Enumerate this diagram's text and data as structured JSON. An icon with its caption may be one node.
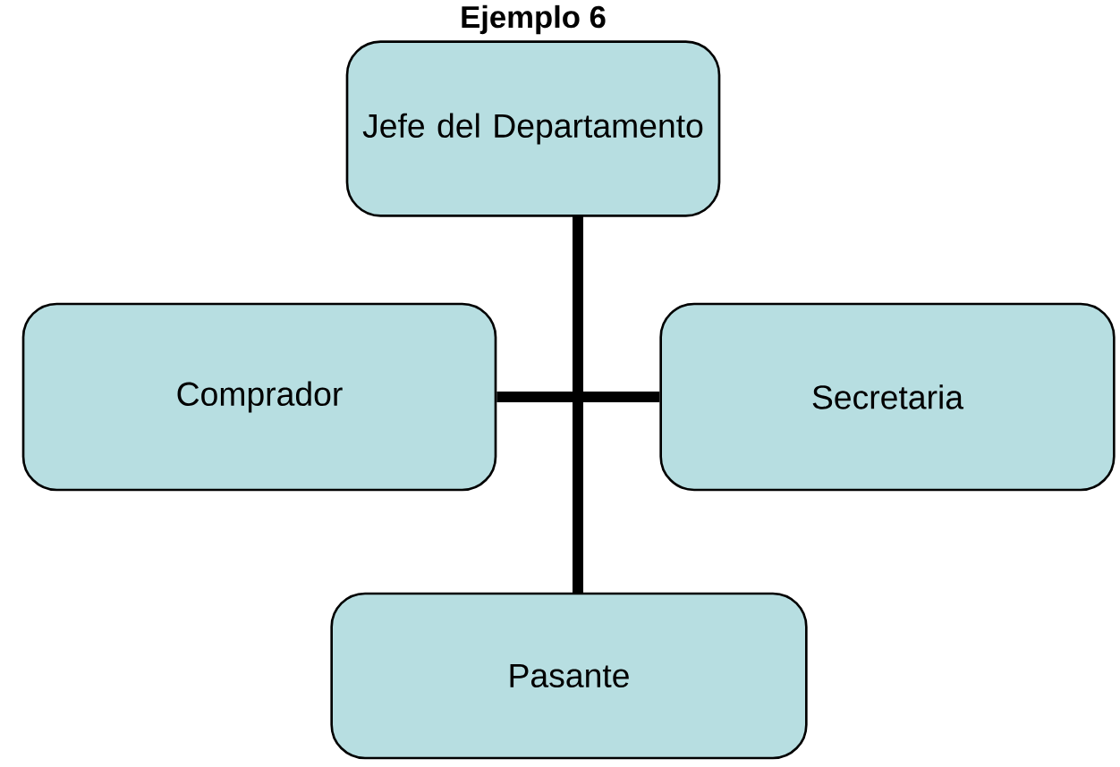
{
  "diagram": {
    "title": "Ejemplo 6",
    "nodes": [
      {
        "text": [
          "Jefe del Departamento"
        ]
      },
      {
        "text": [
          "Comprador"
        ]
      },
      {
        "text": [
          "Secretaria"
        ]
      },
      {
        "text": [
          "Pasante"
        ]
      }
    ],
    "edges": [
      {
        "from": 0,
        "to": 1,
        "arrow": "none"
      },
      {
        "from": 0,
        "to": 2,
        "arrow": "none"
      },
      {
        "from": 0,
        "to": 3,
        "arrow": "none"
      }
    ]
  }
}
